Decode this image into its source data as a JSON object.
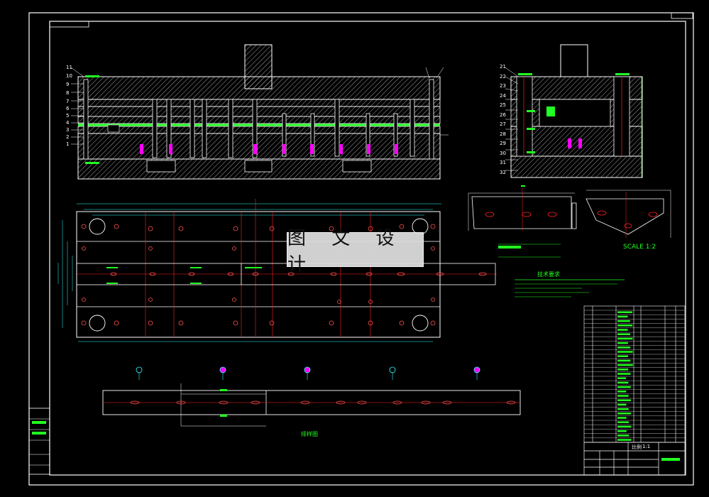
{
  "watermark": "图 文 设 计",
  "section_label": "SCALE 1:2",
  "bottom_label": "排样图",
  "colors": {
    "background": "#000000",
    "frame": "#ffffff",
    "hatch": "#e0e0e0",
    "strip": "#22ff22",
    "centerline": "#ff2020",
    "punch": "#ff00ff",
    "dimension": "#33ffff",
    "text_green": "#22ff22",
    "watermark_bg": "#dcdcdc"
  },
  "title_block": {
    "scale_label": "比例",
    "scale_value": "1:1"
  },
  "notes_title": "技术要求",
  "part_labels_left": [
    "1",
    "2",
    "3",
    "4",
    "5",
    "6",
    "7",
    "8",
    "9",
    "10",
    "11"
  ],
  "part_labels_right": [
    "21",
    "22",
    "23",
    "24",
    "25",
    "26",
    "27",
    "28",
    "29",
    "30",
    "31",
    "32"
  ]
}
